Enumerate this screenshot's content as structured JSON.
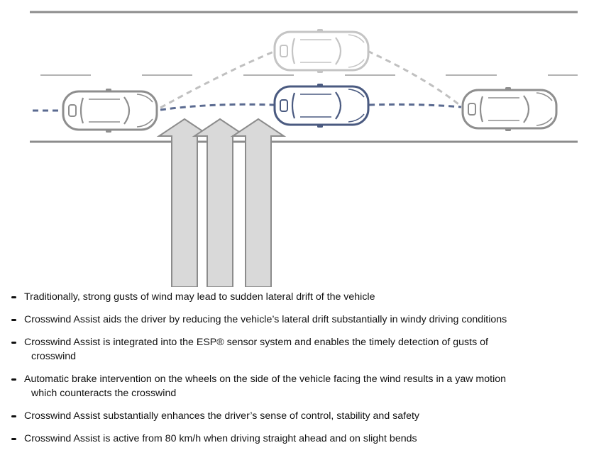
{
  "diagram": {
    "colors": {
      "road": "#8c8c8c",
      "lane": "#9a9a9a",
      "car_outline": "#8e8e8e",
      "car_ghost": "#c4c4c4",
      "car_active": "#4a5a80",
      "path_dark": "#5a6a90",
      "path_light": "#c0c0c0",
      "arrow_fill": "#d9d9d9",
      "arrow_stroke": "#8c8c8c"
    },
    "icons": [
      "car-icon",
      "wind-arrow-icon"
    ]
  },
  "bullets": [
    {
      "text": "Traditionally, strong gusts of wind may lead to sudden lateral drift of the vehicle",
      "cont": ""
    },
    {
      "text": "Crosswind Assist aids the driver by reducing the vehicle’s lateral drift substantially in windy driving conditions",
      "cont": ""
    },
    {
      "text": "Crosswind Assist is integrated into the ESP® sensor system and enables the timely detection of gusts of",
      "cont": "crosswind"
    },
    {
      "text": "Automatic brake intervention on the wheels on the side of the vehicle facing the wind results in a yaw motion",
      "cont": "which counteracts the crosswind"
    },
    {
      "text": "Crosswind Assist substantially enhances the driver’s sense of control, stability and safety",
      "cont": ""
    },
    {
      "text": "Crosswind Assist is active from 80 km/h when driving straight ahead and on slight bends",
      "cont": ""
    }
  ]
}
